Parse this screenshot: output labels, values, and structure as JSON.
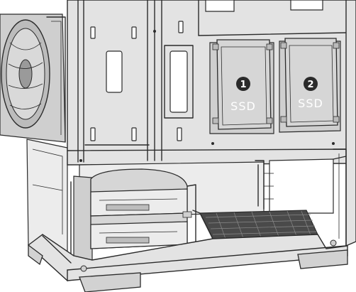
{
  "ssd_bays": [
    {
      "number": "1",
      "label": "SSD"
    },
    {
      "number": "2",
      "label": "SSD"
    }
  ],
  "colors": {
    "badge": "#2a2a2a",
    "frame": "#e3e3e3",
    "outline": "#2b2b2b"
  },
  "icons": [
    "case-fan-icon",
    "hdd-cage-icon",
    "mesh-vent-icon"
  ]
}
